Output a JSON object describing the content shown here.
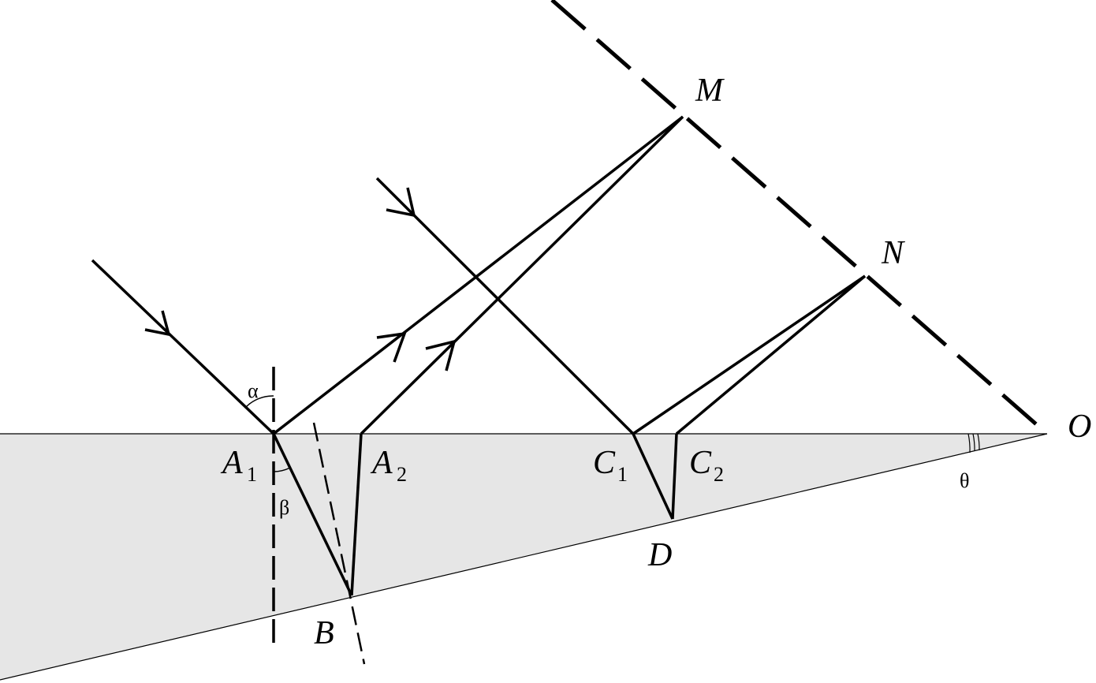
{
  "colors": {
    "wedge_fill": "#e6e6e6",
    "stroke": "#000000",
    "background": "#ffffff"
  },
  "labels": {
    "M": "M",
    "N": "N",
    "O": "O",
    "A": "A",
    "C": "C",
    "B": "B",
    "D": "D",
    "sub1": "1",
    "sub2": "2",
    "alpha": "α",
    "beta": "β",
    "theta": "θ"
  }
}
